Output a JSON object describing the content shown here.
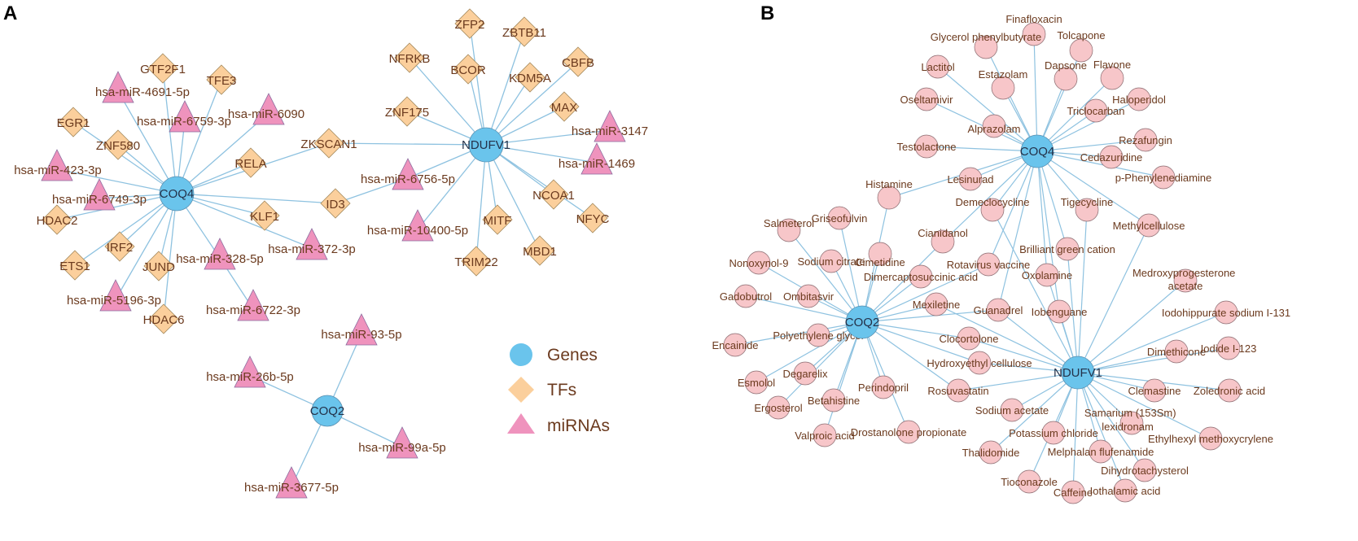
{
  "panels": {
    "a": "A",
    "b": "B"
  },
  "colors": {
    "edge": "#8ec2e0",
    "gene": "#6ac4ec",
    "tf": "#fbcf9c",
    "mirna": "#ef93bd",
    "drug": "#f7c6c9",
    "label": "#6b3a1e"
  },
  "legend": [
    {
      "kind": "gene",
      "label": "Genes"
    },
    {
      "kind": "tf",
      "label": "TFs"
    },
    {
      "kind": "mirna",
      "label": "miRNAs"
    }
  ],
  "networkA": {
    "hubs": [
      "COQ4",
      "NDUFV1",
      "COQ2"
    ],
    "nodes": [
      {
        "id": "GTF2F1",
        "type": "tf"
      },
      {
        "id": "TFE3",
        "type": "tf"
      },
      {
        "id": "hsa-miR-4691-5p",
        "type": "mirna"
      },
      {
        "id": "hsa-miR-6759-3p",
        "type": "mirna"
      },
      {
        "id": "hsa-miR-6090",
        "type": "mirna"
      },
      {
        "id": "EGR1",
        "type": "tf"
      },
      {
        "id": "ZNF580",
        "type": "tf"
      },
      {
        "id": "hsa-miR-423-3p",
        "type": "mirna"
      },
      {
        "id": "hsa-miR-6749-3p",
        "type": "mirna"
      },
      {
        "id": "HDAC2",
        "type": "tf"
      },
      {
        "id": "ETS1",
        "type": "tf"
      },
      {
        "id": "IRF2",
        "type": "tf"
      },
      {
        "id": "JUND",
        "type": "tf"
      },
      {
        "id": "hsa-miR-5196-3p",
        "type": "mirna"
      },
      {
        "id": "HDAC6",
        "type": "tf"
      },
      {
        "id": "hsa-miR-328-5p",
        "type": "mirna"
      },
      {
        "id": "hsa-miR-6722-3p",
        "type": "mirna"
      },
      {
        "id": "KLF1",
        "type": "tf"
      },
      {
        "id": "hsa-miR-372-3p",
        "type": "mirna"
      },
      {
        "id": "RELA",
        "type": "tf"
      },
      {
        "id": "ZKSCAN1",
        "type": "tf"
      },
      {
        "id": "ID3",
        "type": "tf"
      },
      {
        "id": "ZFP2",
        "type": "tf"
      },
      {
        "id": "ZBTB11",
        "type": "tf"
      },
      {
        "id": "NFRKB",
        "type": "tf"
      },
      {
        "id": "BCOR",
        "type": "tf"
      },
      {
        "id": "KDM5A",
        "type": "tf"
      },
      {
        "id": "CBFB",
        "type": "tf"
      },
      {
        "id": "ZNF175",
        "type": "tf"
      },
      {
        "id": "MAX",
        "type": "tf"
      },
      {
        "id": "hsa-miR-3147",
        "type": "mirna"
      },
      {
        "id": "hsa-miR-1469",
        "type": "mirna"
      },
      {
        "id": "hsa-miR-6756-5p",
        "type": "mirna"
      },
      {
        "id": "NCOA1",
        "type": "tf"
      },
      {
        "id": "NFYC",
        "type": "tf"
      },
      {
        "id": "MITF",
        "type": "tf"
      },
      {
        "id": "MBD1",
        "type": "tf"
      },
      {
        "id": "hsa-miR-10400-5p",
        "type": "mirna"
      },
      {
        "id": "TRIM22",
        "type": "tf"
      },
      {
        "id": "hsa-miR-93-5p",
        "type": "mirna"
      },
      {
        "id": "hsa-miR-26b-5p",
        "type": "mirna"
      },
      {
        "id": "hsa-miR-99a-5p",
        "type": "mirna"
      },
      {
        "id": "hsa-miR-3677-5p",
        "type": "mirna"
      }
    ],
    "edges": [
      [
        "COQ4",
        "GTF2F1"
      ],
      [
        "COQ4",
        "TFE3"
      ],
      [
        "COQ4",
        "hsa-miR-4691-5p"
      ],
      [
        "COQ4",
        "hsa-miR-6759-3p"
      ],
      [
        "COQ4",
        "hsa-miR-6090"
      ],
      [
        "COQ4",
        "EGR1"
      ],
      [
        "COQ4",
        "ZNF580"
      ],
      [
        "COQ4",
        "hsa-miR-423-3p"
      ],
      [
        "COQ4",
        "hsa-miR-6749-3p"
      ],
      [
        "COQ4",
        "HDAC2"
      ],
      [
        "COQ4",
        "ETS1"
      ],
      [
        "COQ4",
        "IRF2"
      ],
      [
        "COQ4",
        "JUND"
      ],
      [
        "COQ4",
        "hsa-miR-5196-3p"
      ],
      [
        "COQ4",
        "HDAC6"
      ],
      [
        "COQ4",
        "hsa-miR-328-5p"
      ],
      [
        "COQ4",
        "KLF1"
      ],
      [
        "COQ4",
        "hsa-miR-372-3p"
      ],
      [
        "COQ4",
        "RELA"
      ],
      [
        "COQ4",
        "ZKSCAN1"
      ],
      [
        "COQ4",
        "ID3"
      ],
      [
        "hsa-miR-328-5p",
        "hsa-miR-6722-3p"
      ],
      [
        "ZKSCAN1",
        "NDUFV1"
      ],
      [
        "ID3",
        "hsa-miR-6756-5p"
      ],
      [
        "NDUFV1",
        "ZFP2"
      ],
      [
        "NDUFV1",
        "ZBTB11"
      ],
      [
        "NDUFV1",
        "NFRKB"
      ],
      [
        "NDUFV1",
        "BCOR"
      ],
      [
        "NDUFV1",
        "KDM5A"
      ],
      [
        "NDUFV1",
        "CBFB"
      ],
      [
        "NDUFV1",
        "ZNF175"
      ],
      [
        "NDUFV1",
        "MAX"
      ],
      [
        "NDUFV1",
        "hsa-miR-3147"
      ],
      [
        "NDUFV1",
        "hsa-miR-1469"
      ],
      [
        "NDUFV1",
        "hsa-miR-6756-5p"
      ],
      [
        "NDUFV1",
        "NCOA1"
      ],
      [
        "NDUFV1",
        "NFYC"
      ],
      [
        "NDUFV1",
        "MITF"
      ],
      [
        "NDUFV1",
        "MBD1"
      ],
      [
        "NDUFV1",
        "hsa-miR-10400-5p"
      ],
      [
        "NDUFV1",
        "TRIM22"
      ],
      [
        "COQ2",
        "hsa-miR-93-5p"
      ],
      [
        "COQ2",
        "hsa-miR-26b-5p"
      ],
      [
        "COQ2",
        "hsa-miR-99a-5p"
      ],
      [
        "COQ2",
        "hsa-miR-3677-5p"
      ]
    ]
  },
  "networkB": {
    "hubs": [
      "COQ4",
      "COQ2",
      "NDUFV1"
    ],
    "drugs": [
      "Finafloxacin",
      "Glycerol phenylbutyrate",
      "Tolcapone",
      "Lactitol",
      "Estazolam",
      "Dapsone",
      "Flavone",
      "Oseltamivir",
      "Haloperidol",
      "Triclocarban",
      "Alprazolam",
      "Rezafungin",
      "Testolactone",
      "Cedazuridine",
      "Lesinurad",
      "p-Phenylenediamine",
      "Histamine",
      "Demeclocycline",
      "Tigecycline",
      "Griseofulvin",
      "Salmeterol",
      "Methylcellulose",
      "Cimetidine",
      "Cianidanol",
      "Brilliant green cation",
      "Sodium citrate",
      "Nonoxynol-9",
      "Rotavirus vaccine",
      "Dimercaptosuccinic acid",
      "Oxolamine",
      "Medroxyprogesterone acetate",
      "Gadobutrol",
      "Ombitasvir",
      "Mexiletine",
      "Guanadrel",
      "Iobenguane",
      "Iodohippurate sodium I-131",
      "Polyethylene glycol",
      "Clocortolone",
      "Encainide",
      "Iodide I-123",
      "Dimethicone",
      "Hydroxyethyl cellulose",
      "Degarelix",
      "Esmolol",
      "Perindopril",
      "Clemastine",
      "Zoledronic acid",
      "Rosuvastatin",
      "Betahistine",
      "Ergosterol",
      "Sodium acetate",
      "Samarium (153Sm) lexidronam",
      "Potassium chloride",
      "Ethylhexyl methoxycrylene",
      "Valproic acid",
      "Drostanolone propionate",
      "Thalidomide",
      "Melphalan flufenamide",
      "Dihydrotachysterol",
      "Tioconazole",
      "Caffeine",
      "Iothalamic acid"
    ],
    "edges": {
      "COQ4": [
        "Finafloxacin",
        "Glycerol phenylbutyrate",
        "Tolcapone",
        "Lactitol",
        "Estazolam",
        "Dapsone",
        "Flavone",
        "Oseltamivir",
        "Haloperidol",
        "Triclocarban",
        "Alprazolam",
        "Rezafungin",
        "Testolactone",
        "Cedazuridine",
        "Lesinurad",
        "p-Phenylenediamine",
        "Histamine",
        "Demeclocycline",
        "Tigecycline",
        "Methylcellulose",
        "Cianidanol",
        "Brilliant green cation",
        "Rotavirus vaccine",
        "Oxolamine",
        "Guanadrel",
        "Iobenguane"
      ],
      "COQ2": [
        "Histamine",
        "Griseofulvin",
        "Salmeterol",
        "Cimetidine",
        "Cianidanol",
        "Sodium citrate",
        "Nonoxynol-9",
        "Dimercaptosuccinic acid",
        "Gadobutrol",
        "Ombitasvir",
        "Mexiletine",
        "Polyethylene glycol",
        "Encainide",
        "Degarelix",
        "Esmolol",
        "Perindopril",
        "Betahistine",
        "Ergosterol",
        "Valproic acid",
        "Drostanolone propionate",
        "Rotavirus vaccine",
        "Guanadrel",
        "Clocortolone",
        "Hydroxyethyl cellulose",
        "Rosuvastatin"
      ],
      "NDUFV1": [
        "Methylcellulose",
        "Brilliant green cation",
        "Oxolamine",
        "Iobenguane",
        "Medroxyprogesterone acetate",
        "Iodohippurate sodium I-131",
        "Iodide I-123",
        "Dimethicone",
        "Clemastine",
        "Zoledronic acid",
        "Samarium (153Sm) lexidronam",
        "Ethylhexyl methoxycrylene",
        "Dihydrotachysterol",
        "Melphalan flufenamide",
        "Iothalamic acid",
        "Caffeine",
        "Tioconazole",
        "Thalidomide",
        "Potassium chloride",
        "Sodium acetate",
        "Rosuvastatin",
        "Hydroxyethyl cellulose",
        "Clocortolone",
        "Guanadrel",
        "Mexiletine",
        "Demeclocycline",
        "Tigecycline"
      ]
    }
  }
}
